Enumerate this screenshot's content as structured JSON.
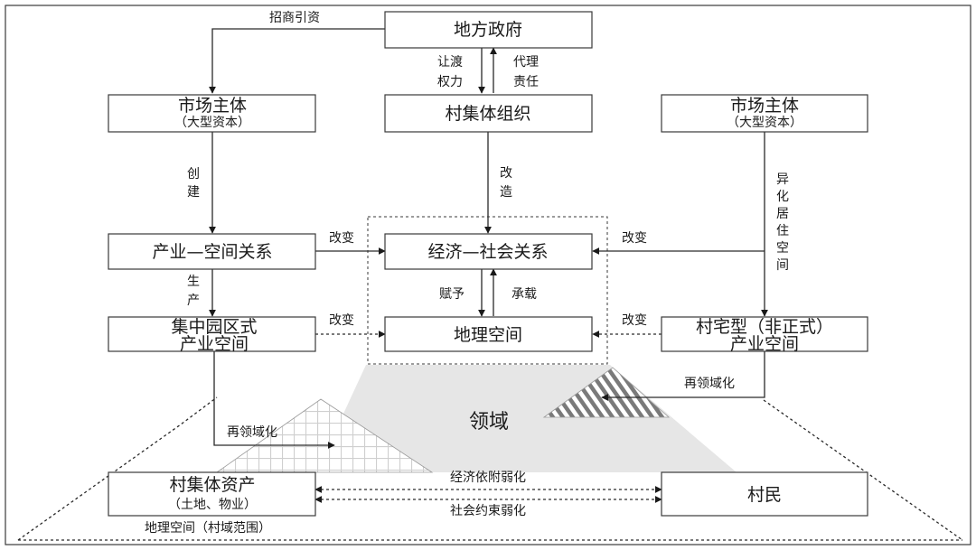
{
  "nodes": {
    "local_gov": "地方政府",
    "market_left": {
      "title": "市场主体",
      "sub": "（大型资本）"
    },
    "village_collective": "村集体组织",
    "market_right": {
      "title": "市场主体",
      "sub": "（大型资本）"
    },
    "industry_space_relation": "产业—空间关系",
    "econ_social_relation": "经济—社会关系",
    "industrial_park": {
      "line1": "集中园区式",
      "line2": "产业空间"
    },
    "geo_space": "地理空间",
    "village_residential": {
      "line1": "村宅型（非正式）",
      "line2": "产业空间"
    },
    "village_assets": {
      "title": "村集体资产",
      "sub": "（土地、物业）"
    },
    "villagers": "村民"
  },
  "labels": {
    "attract_investment": "招商引资",
    "transfer_power": [
      "让渡",
      "权力"
    ],
    "proxy_responsibility": [
      "代理",
      "责任"
    ],
    "create": [
      "创",
      "建"
    ],
    "transform": [
      "改",
      "造"
    ],
    "alienate_residential": [
      "异",
      "化",
      "居",
      "住",
      "空",
      "间"
    ],
    "change_1": "改变",
    "change_2": "改变",
    "change_3": "改变",
    "change_4": "改变",
    "produce": [
      "生",
      "产"
    ],
    "endow": "赋予",
    "carry": "承载",
    "territory": "领域",
    "reterritorialize_left": "再领域化",
    "reterritorialize_right": "再领域化",
    "econ_dependence_weaken": "经济依附弱化",
    "social_constraint_weaken": "社会约束弱化",
    "geo_space_scope": "地理空间（村域范围）"
  }
}
